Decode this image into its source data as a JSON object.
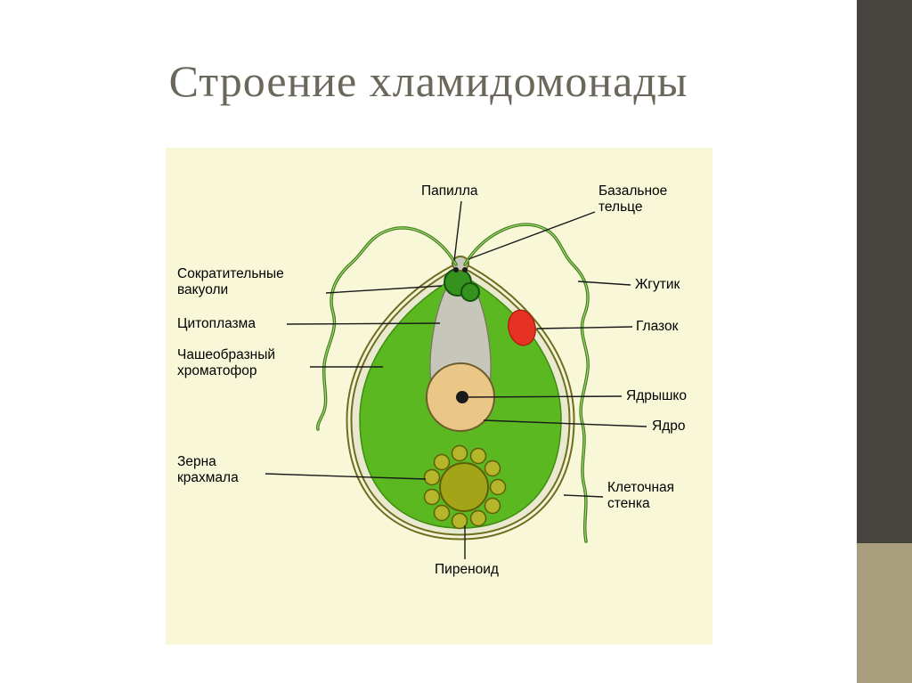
{
  "slide": {
    "title": "Строение хламидомонады"
  },
  "diagram": {
    "background": "#f8f8d8",
    "labels": {
      "papilla": "Папилла",
      "basal_body": "Базальное тельце",
      "contractile_vacuoles": "Сократительные вакуоли",
      "cytoplasm": "Цитоплазма",
      "chromatophore": "Чашеобразный хроматофор",
      "starch_grains": "Зерна крахмала",
      "flagellum": "Жгутик",
      "eyespot": "Глазок",
      "nucleolus": "Ядрышко",
      "nucleus": "Ядро",
      "cell_wall": "Клеточная стенка",
      "pyrenoid": "Пиреноид"
    }
  },
  "colors": {
    "chromatophore": "#5cb821",
    "cytoplasm": "#c6c6bb",
    "nucleus": "#eac787",
    "nucleolus": "#1a1a1a",
    "eyespot": "#e63222",
    "vacuole": "#35921f",
    "pyrenoid": "#a4a418",
    "starch": "#b6b62c",
    "flagella": "#3c7e12",
    "cell_wall": "#6e6e1e",
    "sidebar_dark": "#47433f",
    "sidebar_accent": "#a89e7d"
  }
}
